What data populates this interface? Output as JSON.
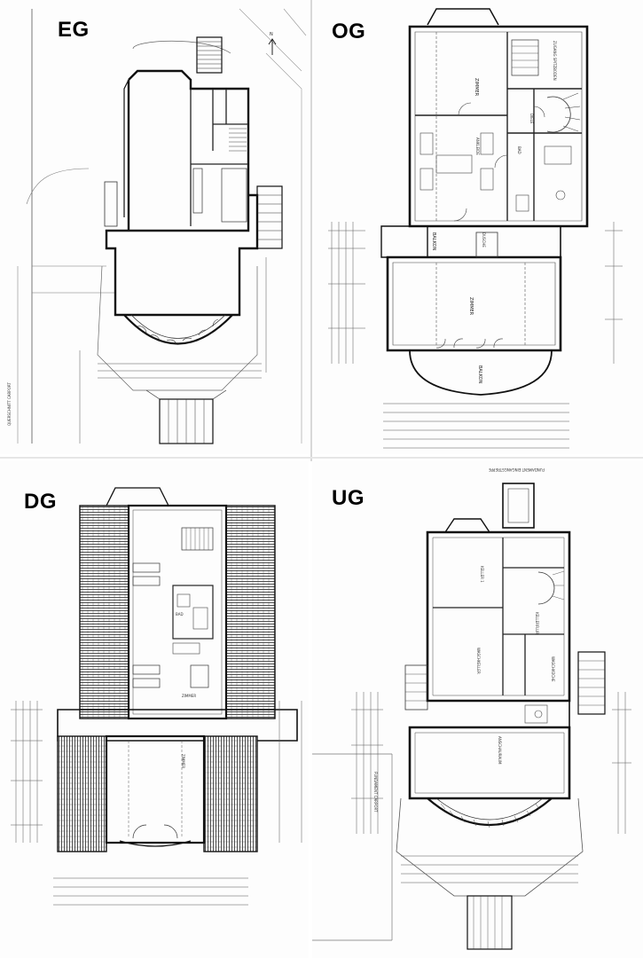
{
  "floors": {
    "eg": {
      "label": "EG"
    },
    "og": {
      "label": "OG"
    },
    "dg": {
      "label": "DG"
    },
    "ug": {
      "label": "UG"
    }
  },
  "annotations": {
    "north": "N",
    "eg_carport": "QUERSCHNITT CARPORT",
    "og_balkon_left": "BALKON",
    "og_balkon_bottom": "BALKON",
    "og_zimmer_top": "ZIMMER",
    "og_zimmer_main": "ZIMMER",
    "og_dusche": "DUSCHE",
    "og_bad": "BAD",
    "og_diele": "DIELE",
    "og_ankleide": "ANKLEIDE",
    "og_zugang": "ZUGANG SPITZBODEN",
    "dg_zimmer_top": "ZIMMER",
    "dg_zimmer_bottom": "ZIMMER",
    "dg_bad": "BAD",
    "ug_fundament_top": "FUNDAMENT EINGANGSTREPPE",
    "ug_fundament_carport": "FUNDAMENT CARPORT",
    "ug_keller": "KELLER 1",
    "ug_kellerflur": "KELLERFLUR",
    "ug_waschkeller": "WASCHKELLER",
    "ug_waschkueche": "WASCHKÜCHE",
    "ug_anschauraum": "ANSCHAURAUM"
  }
}
